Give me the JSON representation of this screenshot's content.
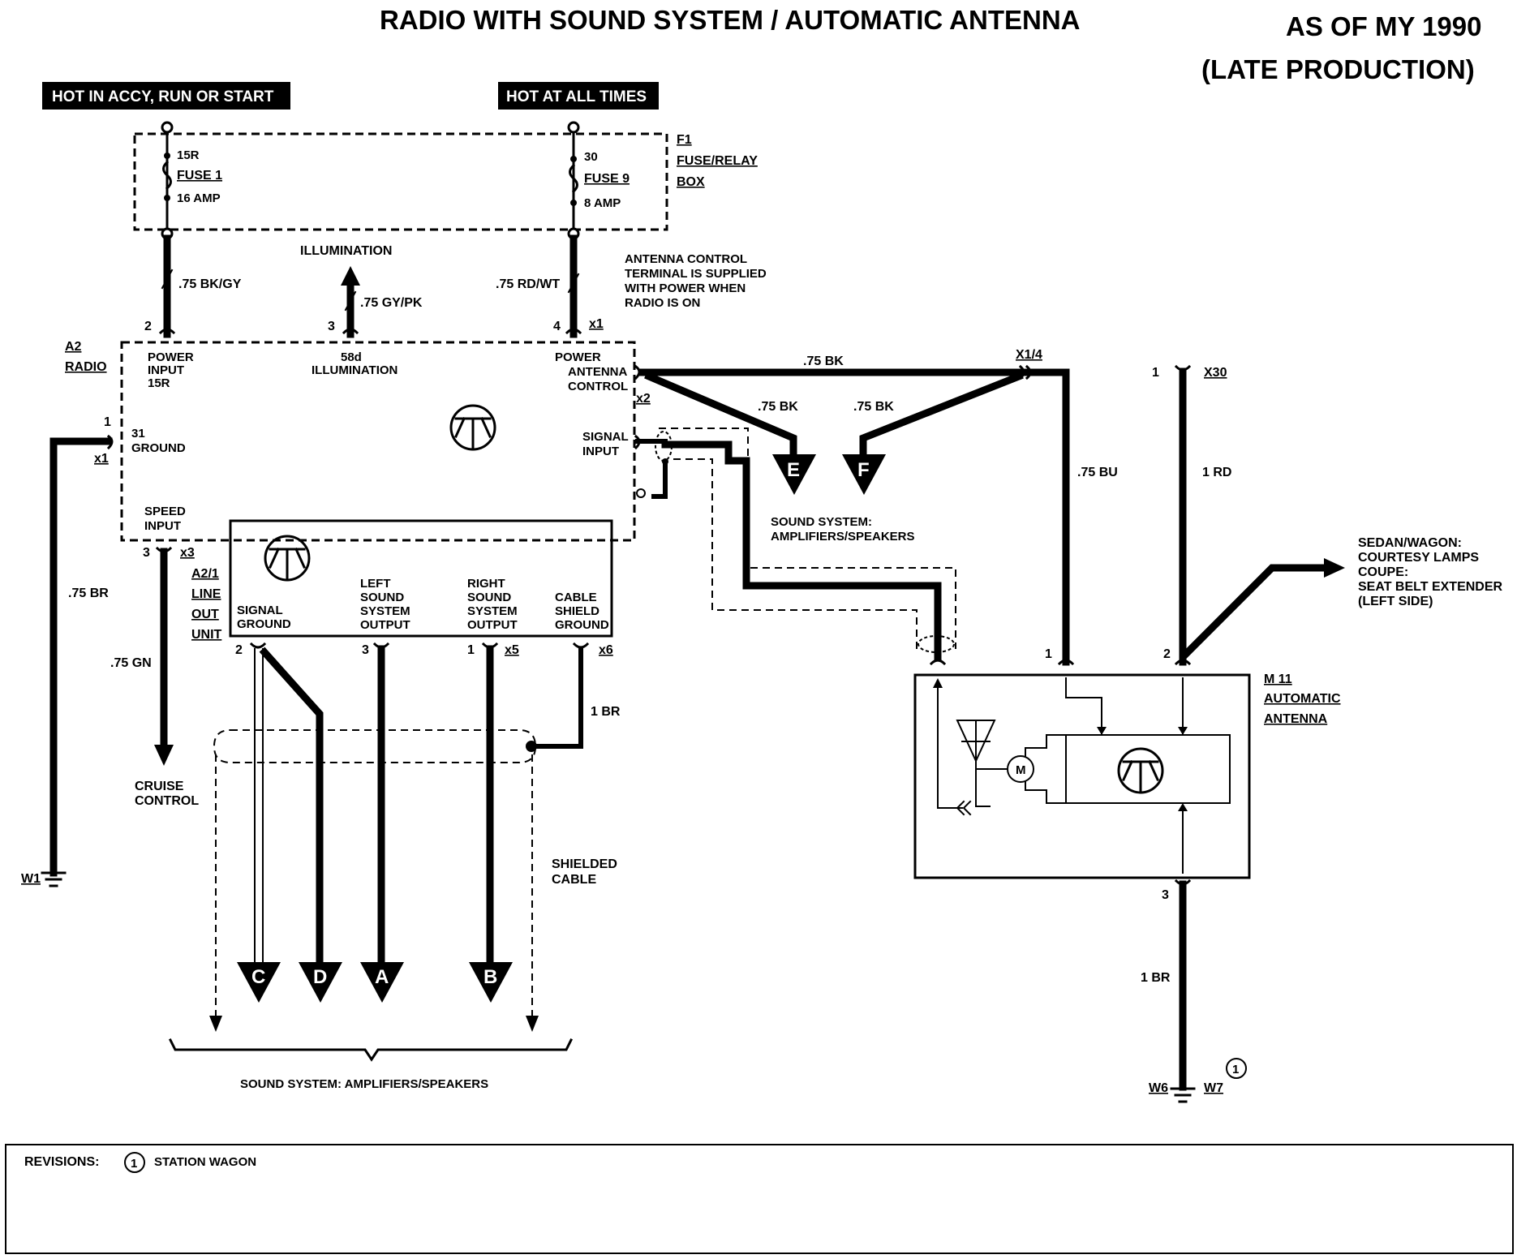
{
  "title": "RADIO WITH SOUND SYSTEM / AUTOMATIC ANTENNA",
  "as_of": "AS OF MY 1990",
  "production": "(LATE PRODUCTION)",
  "hot_accy": "HOT IN ACCY, RUN OR START",
  "hot_all": "HOT AT ALL TIMES",
  "fuse_box": {
    "id": "F1",
    "name1": "FUSE/RELAY",
    "name2": "BOX",
    "fuse1": {
      "terminal": "15R",
      "name": "FUSE 1",
      "rating": "16 AMP"
    },
    "fuse9": {
      "terminal": "30",
      "name": "FUSE 9",
      "rating": "8 AMP"
    }
  },
  "wires": {
    "bk_gy": ".75 BK/GY",
    "gy_pk": ".75 GY/PK",
    "rd_wt": ".75 RD/WT",
    "bk_top": ".75 BK",
    "bk_e": ".75 BK",
    "bk_f": ".75 BK",
    "bu": ".75 BU",
    "rd": "1 RD",
    "br_ground": ".75 BR",
    "gn": ".75 GN",
    "br_shield": "1 BR",
    "br_m11": "1 BR"
  },
  "illumination": "ILLUMINATION",
  "antenna_note": [
    "ANTENNA CONTROL",
    "TERMINAL IS SUPPLIED",
    "WITH POWER WHEN",
    "RADIO IS ON"
  ],
  "radio": {
    "id": "A2",
    "name": "RADIO",
    "power_input": [
      "POWER",
      "INPUT",
      "15R"
    ],
    "illum": [
      "58d",
      "ILLUMINATION"
    ],
    "power_ant": [
      "POWER",
      "ANTENNA",
      "CONTROL"
    ],
    "ground": [
      "31",
      "GROUND"
    ],
    "signal_input": [
      "SIGNAL",
      "INPUT"
    ],
    "speed_input": [
      "SPEED",
      "INPUT"
    ]
  },
  "pins": {
    "p2": "2",
    "p3": "3",
    "p4": "4",
    "x1a": "x1",
    "x1b": "x1",
    "p1": "1",
    "x2": "x2",
    "p3b": "3",
    "x3": "x3",
    "lo2": "2",
    "lo3": "3",
    "lo1": "1",
    "x5": "x5",
    "x6": "x6",
    "x14": "X1/4",
    "x30_1": "1",
    "x30": "X30",
    "m11_1": "1",
    "m11_2": "2",
    "m11_3": "3"
  },
  "line_out": {
    "id": "A2/1",
    "name": [
      "LINE",
      "OUT",
      "UNIT"
    ],
    "signal_ground": [
      "SIGNAL",
      "GROUND"
    ],
    "left": [
      "LEFT",
      "SOUND",
      "SYSTEM",
      "OUTPUT"
    ],
    "right": [
      "RIGHT",
      "SOUND",
      "SYSTEM",
      "OUTPUT"
    ],
    "cable": [
      "CABLE",
      "SHIELD",
      "GROUND"
    ]
  },
  "connectors": {
    "a": "A",
    "b": "B",
    "c": "C",
    "d": "D",
    "e": "E",
    "f": "F"
  },
  "sound_sys_top": [
    "SOUND SYSTEM:",
    "AMPLIFIERS/SPEAKERS"
  ],
  "sound_sys_bottom": "SOUND SYSTEM:  AMPLIFIERS/SPEAKERS",
  "cruise": [
    "CRUISE",
    "CONTROL"
  ],
  "shielded": [
    "SHIELDED",
    "CABLE"
  ],
  "courtesy": [
    "SEDAN/WAGON:",
    "COURTESY LAMPS",
    "COUPE:",
    "SEAT BELT EXTENDER",
    "(LEFT SIDE)"
  ],
  "m11": {
    "id": "M 11",
    "name": [
      "AUTOMATIC",
      "ANTENNA"
    ],
    "motor": "M"
  },
  "grounds": {
    "w1": "W1",
    "w6": "W6",
    "w7": "W7",
    "ref": "1"
  },
  "revisions": {
    "label": "REVISIONS:",
    "ref": "1",
    "text": "STATION WAGON"
  }
}
